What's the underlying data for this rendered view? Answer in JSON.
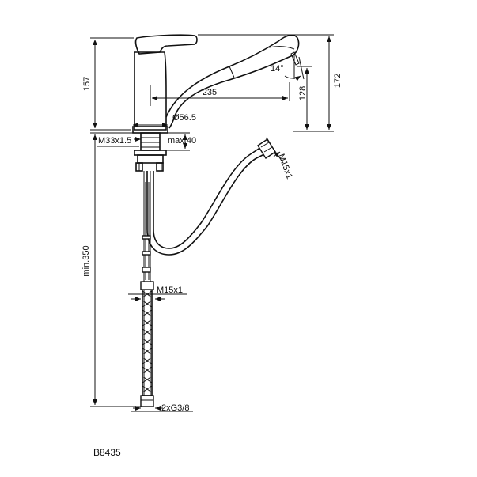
{
  "drawing": {
    "model_code": "B8435",
    "dimensions": {
      "height_157": "157",
      "height_172": "172",
      "height_128": "128",
      "reach_235": "235",
      "base_diameter": "Ø56.5",
      "spray_angle": "14°",
      "thread_m33": "M33x1.5",
      "max_40": "max.40",
      "hose_thread_m15_top": "M15x1",
      "min_350": "min.350",
      "hose_thread_m15": "M15x1",
      "connection_g38": "2xG3/8"
    }
  }
}
